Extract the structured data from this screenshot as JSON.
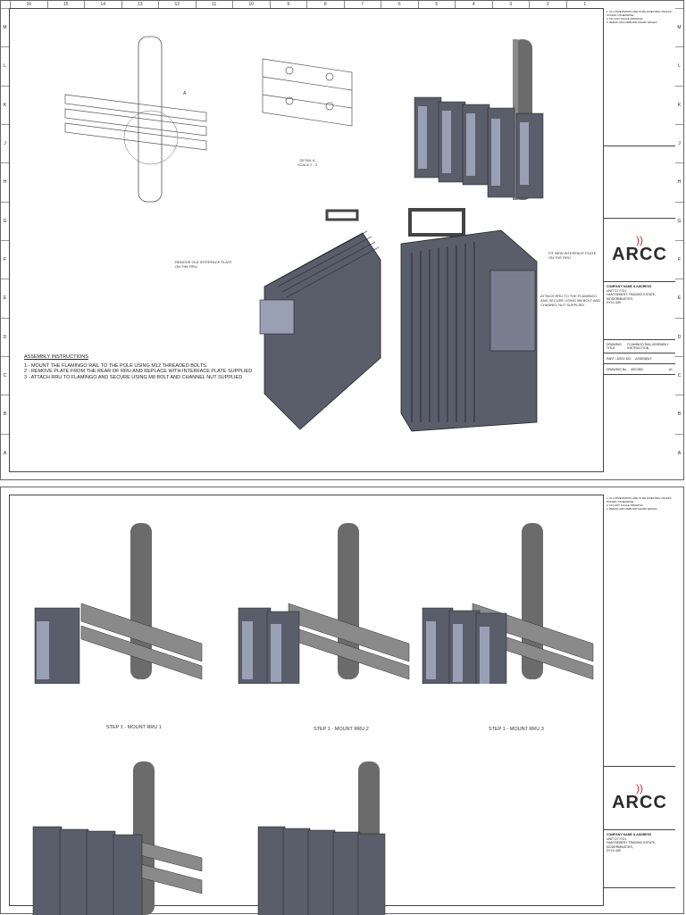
{
  "zones_top": [
    "16",
    "15",
    "14",
    "13",
    "12",
    "11",
    "10",
    "9",
    "8",
    "7",
    "6",
    "5",
    "4",
    "3",
    "2",
    "1"
  ],
  "zones_side": [
    "M",
    "L",
    "K",
    "J",
    "H",
    "G",
    "F",
    "E",
    "D",
    "C",
    "B",
    "A"
  ],
  "title_block": {
    "notes": [
      "1. ALL DIMENSIONS ARE IN MILLIMETRES UNLESS STATED OTHERWISE",
      "2. DO NOT SCALE DRAWING",
      "3. BREAK AND DEBURR SHARP EDGES"
    ],
    "logo_text": "ARCC",
    "logo_icon": "signal-wave-icon",
    "company_label": "COMPANY NAME & ADDRESS",
    "address": [
      "UNIT D7 F/O1",
      "HANTSEBERY TRADING ESTATE,",
      "KIDDERMINSTER,",
      "DY10 4JB"
    ],
    "drawing_title_label": "DRAWING TITLE",
    "drawing_title": [
      "FLAMINGO RAIL",
      "ASSEMBLY INSTRUCTION"
    ],
    "part_label": "PART / ASSY NO.",
    "part_value": "ASSEMBLY",
    "drawing_no_label": "DRAWING No.",
    "drawing_no": "ARC0BC",
    "sheet_size": "A1"
  },
  "detail": {
    "title": "DETAIL A",
    "scale": "SCALE 2 : 3"
  },
  "detail_marker": "A",
  "callouts": {
    "remove": [
      "REMOVE OLD INTERFACE PLATE",
      "ON THE RRU"
    ],
    "fit": [
      "FIT NEW INTERFACE PLATE",
      "ON THE RRU"
    ],
    "attach": [
      "ATTACH RRU TO THE FLAMINGO",
      "AND SECURE USING M8 BOLT AND",
      "CHANNEL NUT SUPPLIED"
    ]
  },
  "instructions": {
    "heading": "ASSEMBLY INSTRUCTIONS",
    "lines": [
      "1 - MOUNT THE FLAMINGO RAIL TO THE POLE USING M12 THREADED BOLTS.",
      "2 - REMOVE PLATE FROM THE REAR OF RRU AND REPLACE WITH INTERFACE PLATE SUPPLIED",
      "3 - ATTACH RRU TO FLAMINGO AND SECURE USING M8 BOLT AND CHANNEL NUT SUPPLIED"
    ]
  },
  "steps": [
    "STEP 1 - MOUNT RRU 1",
    "STEP 1 - MOUNT RRU 2",
    "STEP 1 - MOUNT RRU 3"
  ],
  "colors": {
    "pole": "#6b6b6b",
    "rru": "#5a5d6a",
    "rru_light": "#9aa0b4",
    "rail": "#8a8a8a",
    "accent": "#d12a2a"
  }
}
